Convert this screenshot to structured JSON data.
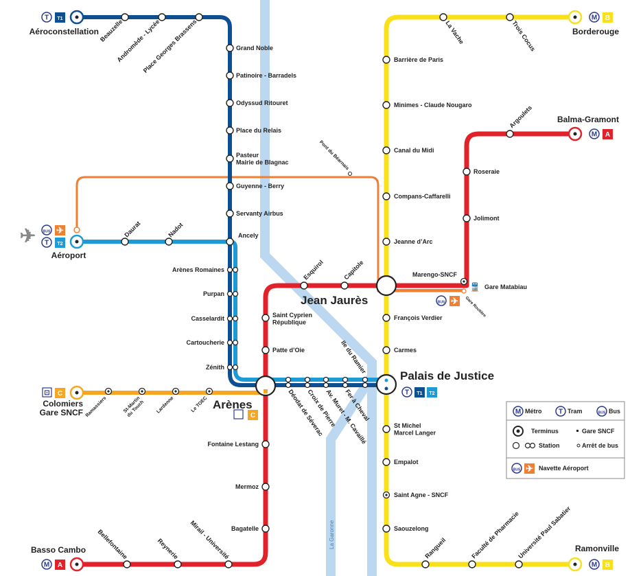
{
  "colors": {
    "t1": "#0d4f91",
    "t2": "#1e9ad6",
    "a": "#e2222a",
    "b": "#f8e11b",
    "c": "#f6a623",
    "navette": "#f07f32",
    "river": "#bcd8f0",
    "bus_blue": "#2b3990"
  },
  "river_label": "La Garonne",
  "badges": {
    "metro": "M",
    "tram": "T",
    "bus": "BUS",
    "a": "A",
    "b": "B",
    "c": "C",
    "t1": "T1",
    "t2": "T2"
  },
  "termini": {
    "aeroconstellation": "Aéroconstellation",
    "aeroport": "Aéroport",
    "colomiers": [
      "Colomiers",
      "Gare SNCF"
    ],
    "arenes": "Arènes",
    "jean_jaures": "Jean Jaurès",
    "palais": "Palais de Justice",
    "borderouge": "Borderouge",
    "balma": "Balma-Gramont",
    "basso": "Basso Cambo",
    "ramonville": "Ramonville",
    "matabiau": "Gare Matabiau",
    "routiere": "Gare Routière"
  },
  "lines": {
    "t1": [
      {
        "lines": [
          "Beauzelle"
        ]
      },
      {
        "lines": [
          "Andromède - Lycée"
        ]
      },
      {
        "lines": [
          "Place Georges Brassens"
        ]
      },
      {
        "lines": [
          "Grand Noble"
        ]
      },
      {
        "lines": [
          "Patinoire - Barradels"
        ]
      },
      {
        "lines": [
          "Odyssud Ritouret"
        ]
      },
      {
        "lines": [
          "Place du Relais"
        ]
      },
      {
        "lines": [
          "Pasteur",
          "Mairie de Blagnac"
        ]
      },
      {
        "lines": [
          "Guyenne - Berry"
        ]
      },
      {
        "lines": [
          "Servanty Airbus"
        ]
      },
      {
        "lines": [
          "Ancely"
        ]
      }
    ],
    "shared": [
      {
        "lines": [
          "Arènes Romaines"
        ]
      },
      {
        "lines": [
          "Purpan"
        ]
      },
      {
        "lines": [
          "Casselardit"
        ]
      },
      {
        "lines": [
          "Cartoucherie"
        ]
      },
      {
        "lines": [
          "Zénith"
        ]
      },
      {
        "lines": [
          "Déodat de Séverac"
        ]
      },
      {
        "lines": [
          "Croix de Pierre"
        ]
      },
      {
        "lines": [
          "Av. Muret - M. Cavaillé"
        ]
      },
      {
        "lines": [
          "Fer à Cheval"
        ]
      },
      {
        "lines": [
          "Ile du Ramier"
        ]
      }
    ],
    "t2": [
      {
        "lines": [
          "Daurat"
        ]
      },
      {
        "lines": [
          "Nadot"
        ]
      }
    ],
    "a": [
      {
        "lines": [
          "Bellefontaine"
        ]
      },
      {
        "lines": [
          "Reynerie"
        ]
      },
      {
        "lines": [
          "Mirail - Université"
        ]
      },
      {
        "lines": [
          "Bagatelle"
        ]
      },
      {
        "lines": [
          "Mermoz"
        ]
      },
      {
        "lines": [
          "Fontaine Lestang"
        ]
      },
      {
        "lines": [
          "Patte d’Oie"
        ]
      },
      {
        "lines": [
          "Saint Cyprien",
          "République"
        ]
      },
      {
        "lines": [
          "Esquirol"
        ]
      },
      {
        "lines": [
          "Capitole"
        ]
      },
      {
        "lines": [
          "Marengo-SNCF"
        ]
      },
      {
        "lines": [
          "Jolimont"
        ]
      },
      {
        "lines": [
          "Roseraie"
        ]
      },
      {
        "lines": [
          "Argoulets"
        ]
      }
    ],
    "b": [
      {
        "lines": [
          "La Vache"
        ]
      },
      {
        "lines": [
          "Trois Cocus"
        ]
      },
      {
        "lines": [
          "Barrière de Paris"
        ]
      },
      {
        "lines": [
          "Minimes - Claude Nougaro"
        ]
      },
      {
        "lines": [
          "Canal du Midi"
        ]
      },
      {
        "lines": [
          "Compans-Caffarelli"
        ]
      },
      {
        "lines": [
          "Jeanne d’Arc"
        ]
      },
      {
        "lines": [
          "François Verdier"
        ]
      },
      {
        "lines": [
          "Carmes"
        ]
      },
      {
        "lines": [
          "St Michel",
          "Marcel Langer"
        ]
      },
      {
        "lines": [
          "Empalot"
        ]
      },
      {
        "lines": [
          "Saint Agne - SNCF"
        ]
      },
      {
        "lines": [
          "Saouzelong"
        ]
      },
      {
        "lines": [
          "Rangueil"
        ]
      },
      {
        "lines": [
          "Faculté de Pharmacie"
        ]
      },
      {
        "lines": [
          "Université Paul Sabatier"
        ]
      }
    ],
    "c": [
      {
        "lines": [
          "Ramassiers"
        ]
      },
      {
        "lines": [
          "St-Martin",
          "du Touch"
        ]
      },
      {
        "lines": [
          "Lardenne"
        ]
      },
      {
        "lines": [
          "Le TOEC"
        ]
      }
    ],
    "navette": [
      {
        "lines": [
          "Pont du Béarnais"
        ]
      }
    ]
  },
  "legend": {
    "metro": "Métro",
    "tram": "Tram",
    "bus": "Bus",
    "terminus": "Terminus",
    "gare": "Gare SNCF",
    "station": "Station",
    "arret": "Arrêt de bus",
    "navette": "Navette Aéroport"
  }
}
